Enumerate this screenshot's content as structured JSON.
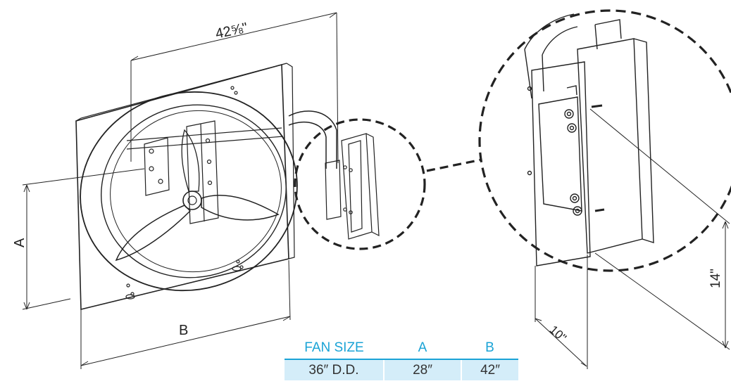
{
  "dimensions": {
    "width_top": "42⅝\"",
    "height_a": "A",
    "width_b": "B",
    "detail_height": "14\"",
    "detail_depth": "10\""
  },
  "table": {
    "headers": [
      "FAN SIZE",
      "A",
      "B"
    ],
    "rows": [
      [
        "36″ D.D.",
        "28″",
        "42″"
      ]
    ]
  },
  "colors": {
    "line": "#222222",
    "table_header": "#1aa3d6",
    "table_row_bg": "#d4edf9"
  }
}
